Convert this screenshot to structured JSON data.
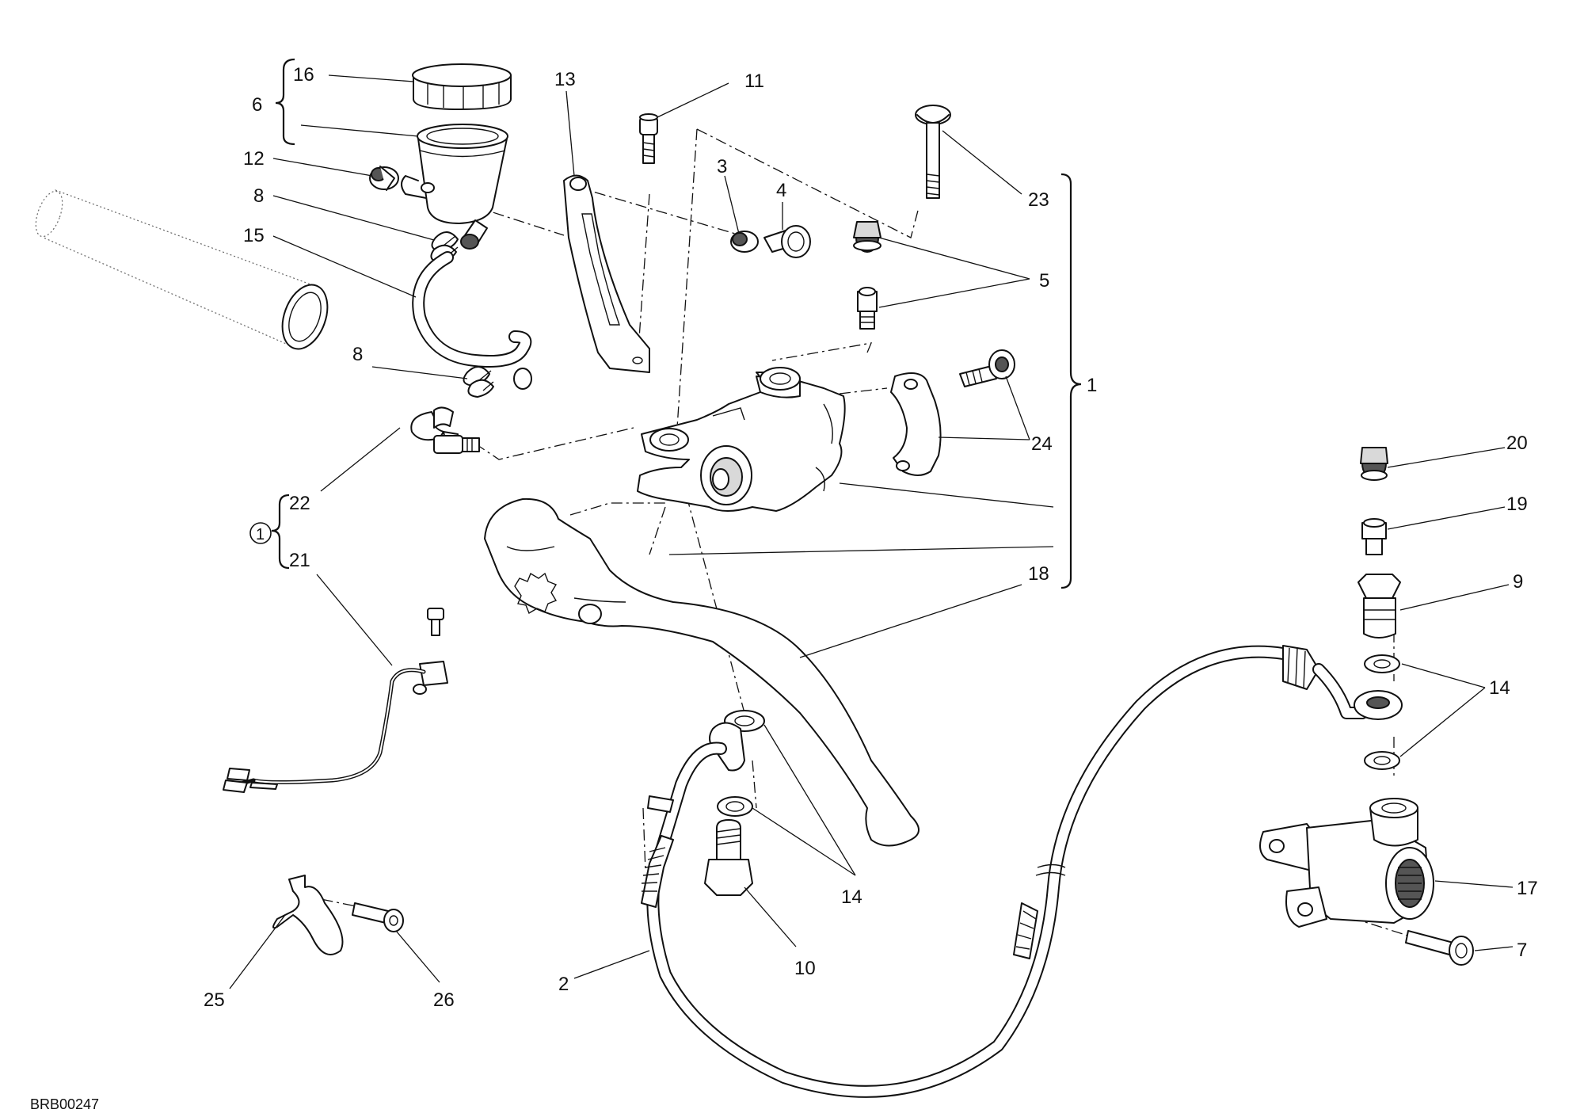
{
  "diagram": {
    "drawing_code": "BRB00247",
    "callouts": {
      "c1": "1",
      "c2": "2",
      "c3": "3",
      "c4": "4",
      "c5": "5",
      "c6": "6",
      "c7": "7",
      "c8a": "8",
      "c8b": "8",
      "c9": "9",
      "c10": "10",
      "c11": "11",
      "c12": "12",
      "c13": "13",
      "c14a": "14",
      "c14b": "14",
      "c15": "15",
      "c16": "16",
      "c17": "17",
      "c18": "18",
      "c19": "19",
      "c20": "20",
      "c21": "21",
      "c22": "22",
      "c23": "23",
      "c24": "24",
      "c25": "25",
      "c26": "26",
      "kit": "1"
    }
  }
}
